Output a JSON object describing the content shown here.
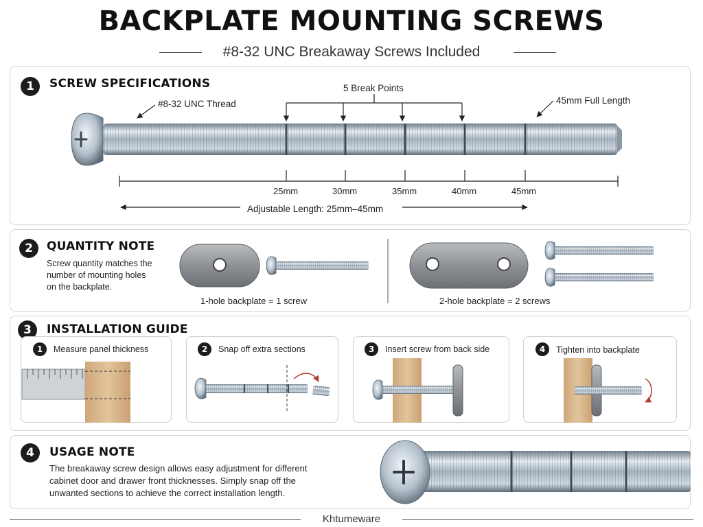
{
  "header": {
    "title": "BACKPLATE MOUNTING SCREWS",
    "subtitle": "#8-32 UNC Breakaway Screws Included"
  },
  "section1": {
    "number": "1",
    "title": "SCREW SPECIFICATIONS",
    "thread_label": "#8-32 UNC Thread",
    "break_points_label": "5 Break Points",
    "full_length_label": "45mm Full Length",
    "ticks": [
      "25mm",
      "30mm",
      "35mm",
      "40mm",
      "45mm"
    ],
    "adjustable_label": "Adjustable Length: 25mm–45mm"
  },
  "section2": {
    "number": "2",
    "title": "QUANTITY NOTE",
    "description": [
      "Screw quantity matches the",
      "number of mounting holes",
      "on the backplate."
    ],
    "one_hole_caption": "1-hole backplate = 1 screw",
    "two_hole_caption": "2-hole backplate = 2 screws"
  },
  "section3": {
    "number": "3",
    "title": "INSTALLATION GUIDE",
    "steps": [
      {
        "number": "1",
        "label": "Measure panel thickness"
      },
      {
        "number": "2",
        "label": "Snap off extra sections"
      },
      {
        "number": "3",
        "label": "Insert screw from back side"
      },
      {
        "number": "4",
        "label": "Tighten into backplate"
      }
    ]
  },
  "section4": {
    "number": "4",
    "title": "USAGE NOTE",
    "description": [
      "The breakaway screw design allows easy adjustment for different",
      "cabinet door and drawer front thicknesses. Simply snap off the",
      "unwanted sections to achieve the correct installation length."
    ]
  },
  "footer": {
    "brand": "Khtumeware"
  },
  "colors": {
    "steel_light": "#dfe7ee",
    "steel_mid": "#a9b7c3",
    "steel_dark": "#6d7c89",
    "wood": "#d9b98f",
    "plate": "#8c8f92"
  },
  "icons": [
    "phillips-screw-head-icon",
    "rotate-arrow-icon",
    "ruler-icon"
  ]
}
